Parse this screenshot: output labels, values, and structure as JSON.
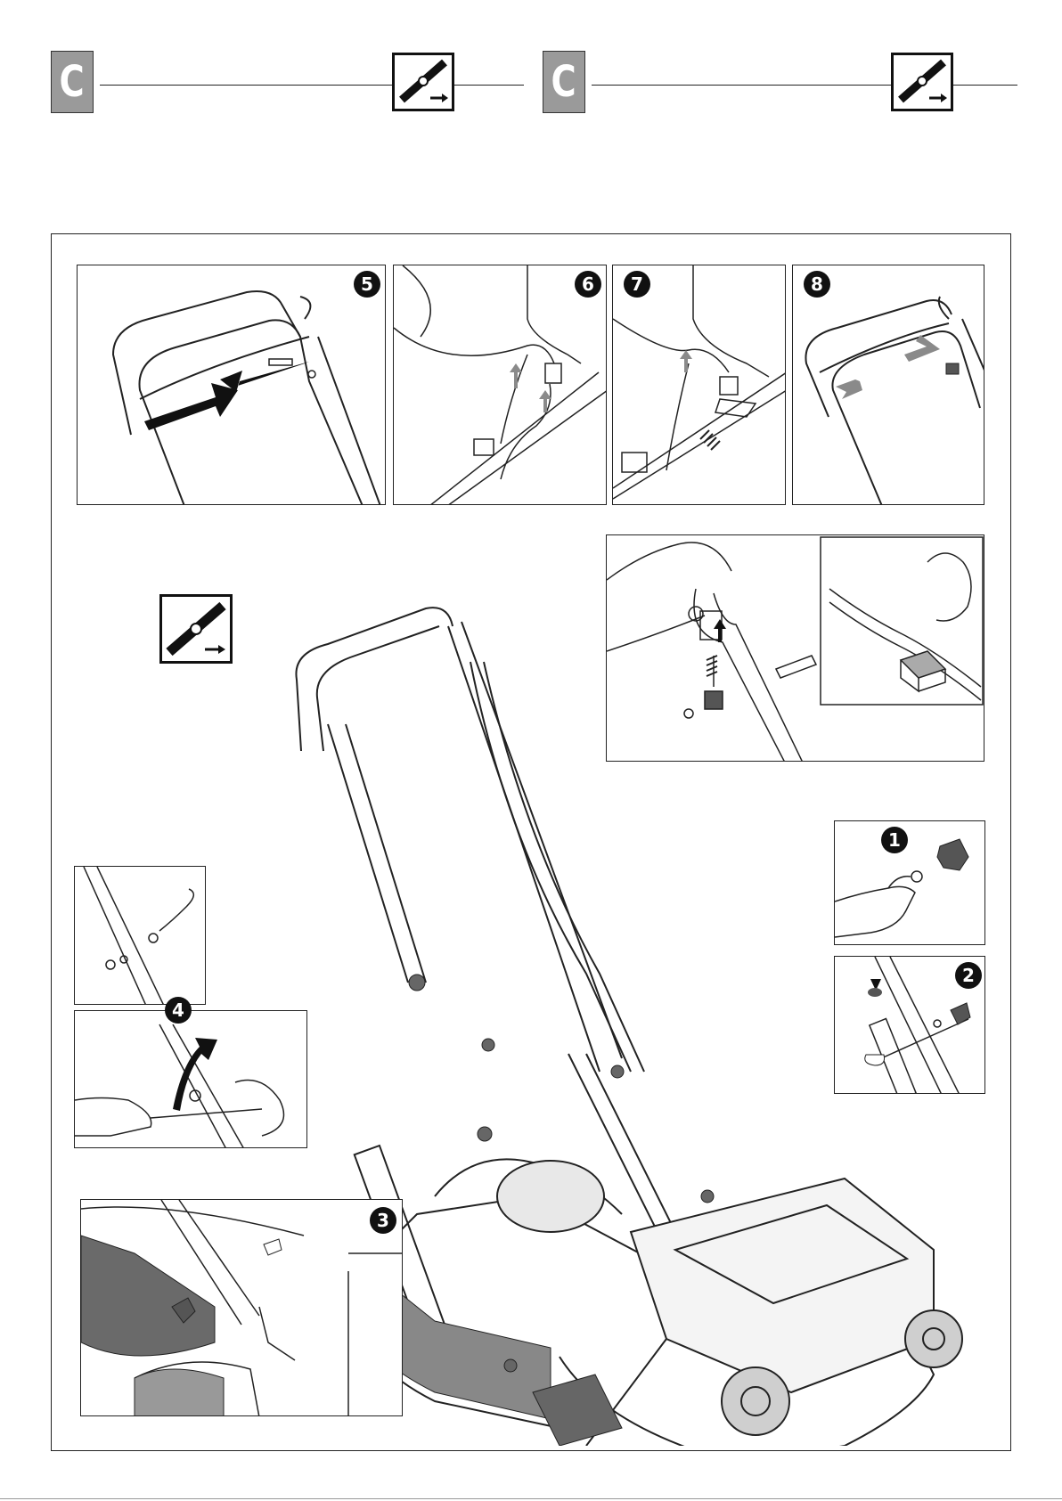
{
  "header": {
    "left_section_letter": "C",
    "right_section_letter": "C",
    "tool_icon": "blade-mounting-icon"
  },
  "panels": {
    "top_steps": [
      "5",
      "6",
      "7",
      "8"
    ],
    "side_steps": [
      "1",
      "2",
      "3",
      "4"
    ],
    "big_icon": "blade-mounting-icon"
  },
  "colors": {
    "badge": "#9a9a9a",
    "line": "#222222",
    "step_badge": "#111111",
    "arrow_grey": "#8a8a8a"
  }
}
